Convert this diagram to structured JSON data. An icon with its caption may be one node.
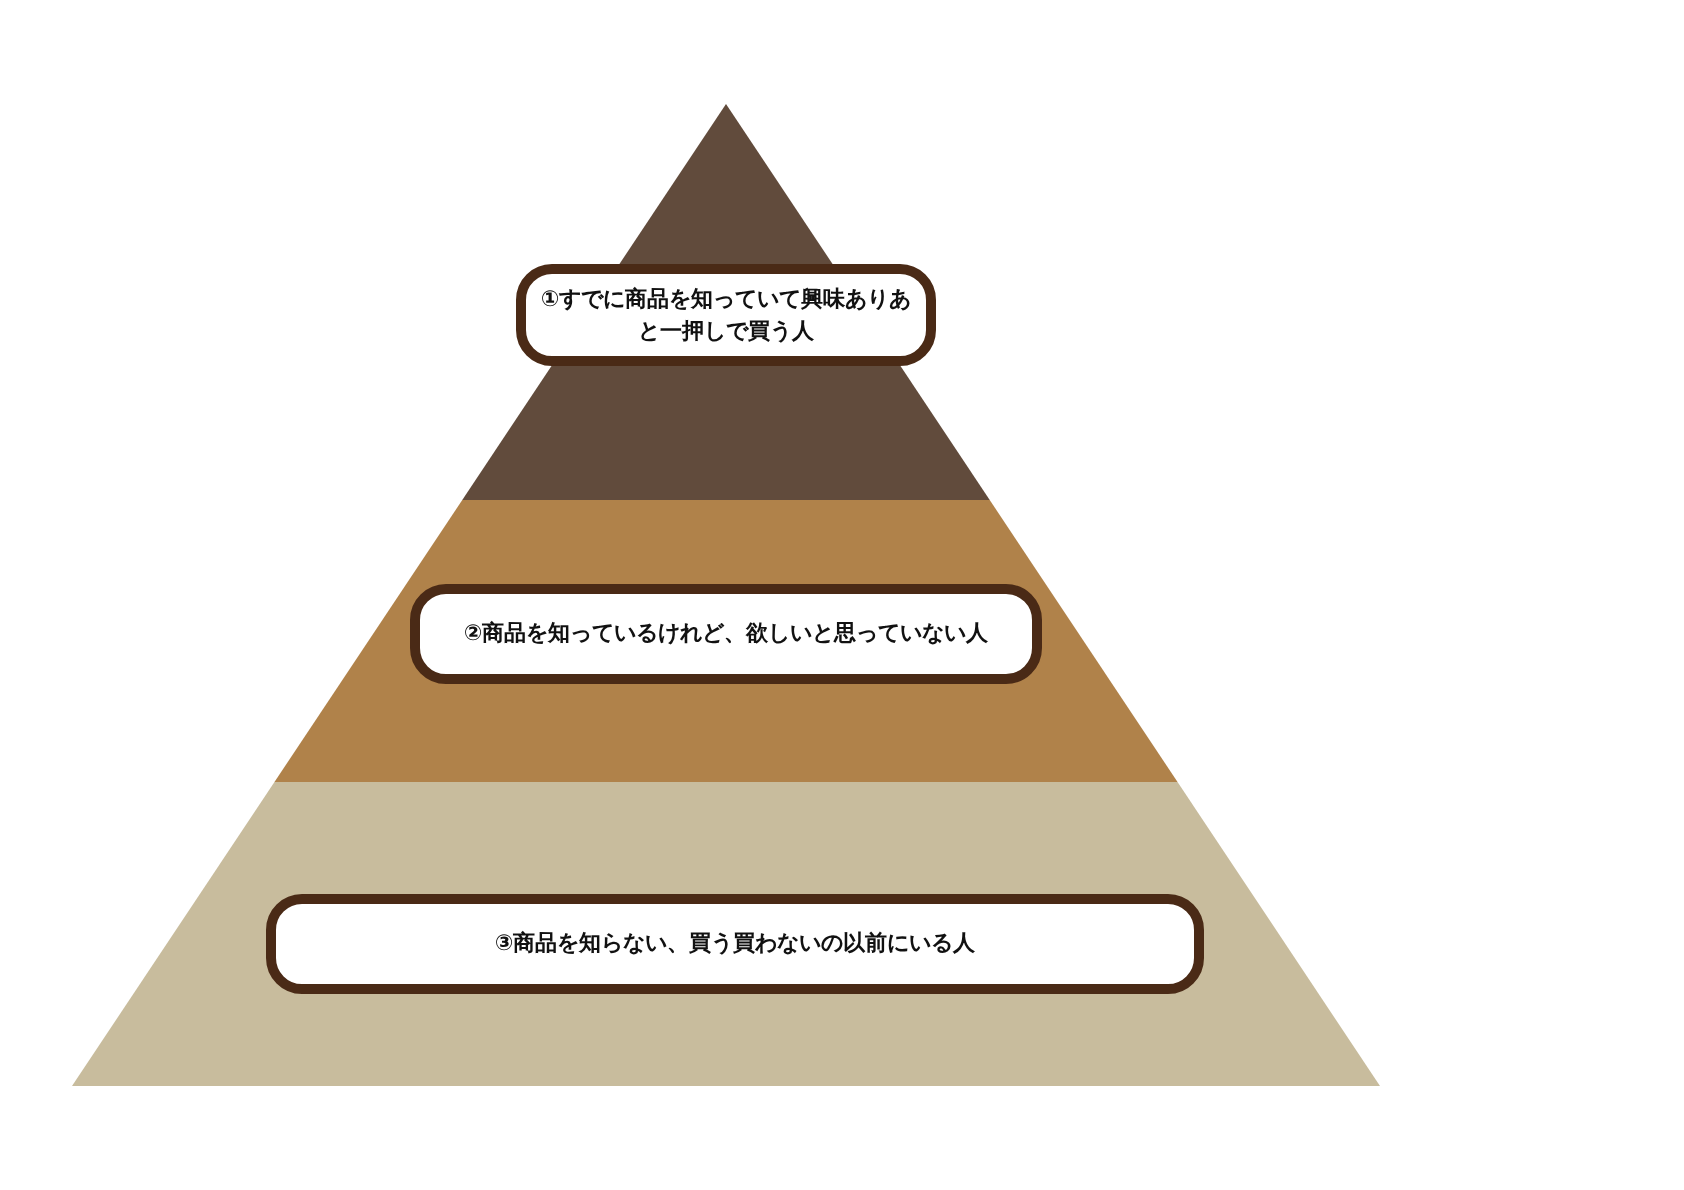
{
  "diagram": {
    "nodes": [
      {
        "text": [
          "①すでに商品を知っていて興味ありあと一押しで買う人"
        ]
      },
      {
        "text": [
          "②商品を知っているけれど、欲しいと思っていない人"
        ]
      },
      {
        "text": [
          "③商品を知らない、買う買わないの以前にいる人"
        ]
      }
    ]
  }
}
